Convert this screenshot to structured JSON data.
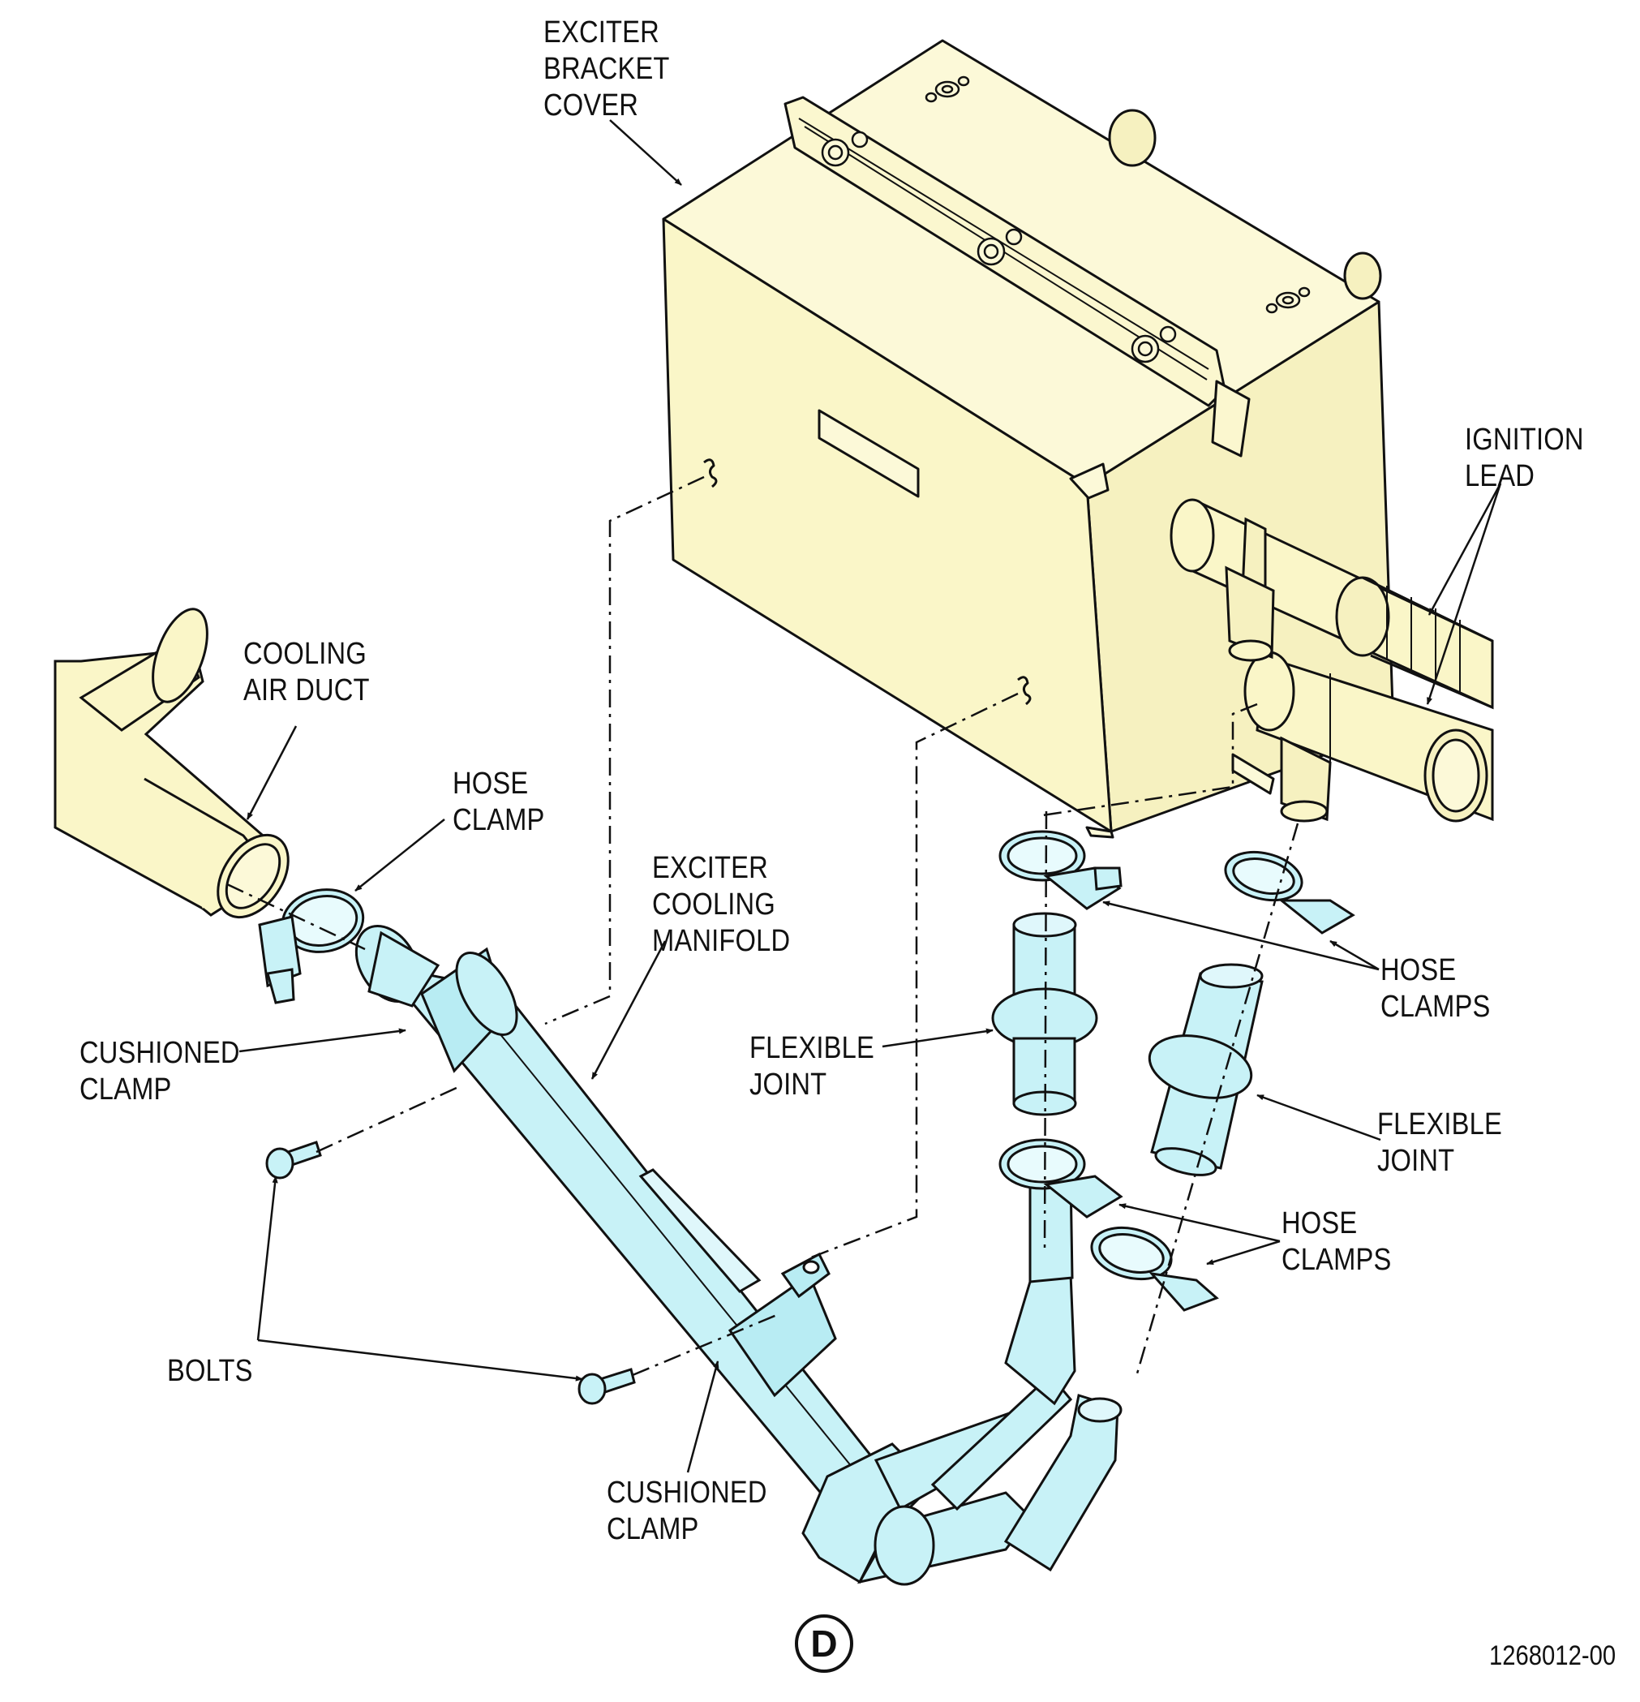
{
  "labels": {
    "exciter_bracket_cover": [
      "EXCITER",
      "BRACKET",
      "COVER"
    ],
    "ignition_lead": [
      "IGNITION",
      "LEAD"
    ],
    "cooling_air_duct": [
      "COOLING",
      "AIR DUCT"
    ],
    "hose_clamp": [
      "HOSE",
      "CLAMP"
    ],
    "exciter_cooling_manifold": [
      "EXCITER",
      "COOLING",
      "MANIFOLD"
    ],
    "cushioned_clamp_left": [
      "CUSHIONED",
      "CLAMP"
    ],
    "hose_clamps_upper": [
      "HOSE",
      "CLAMPS"
    ],
    "flexible_joint_left": [
      "FLEXIBLE",
      "JOINT"
    ],
    "flexible_joint_right": [
      "FLEXIBLE",
      "JOINT"
    ],
    "hose_clamps_lower": [
      "HOSE",
      "CLAMPS"
    ],
    "bolts": [
      "BOLTS"
    ],
    "cushioned_clamp_bottom": [
      "CUSHIONED",
      "CLAMP"
    ]
  },
  "view_letter": "D",
  "figure_number": "1268012-00",
  "colors": {
    "exciter_fill": "#faf6c8",
    "manifold_fill": "#c8f2f7",
    "line": "#111111"
  }
}
